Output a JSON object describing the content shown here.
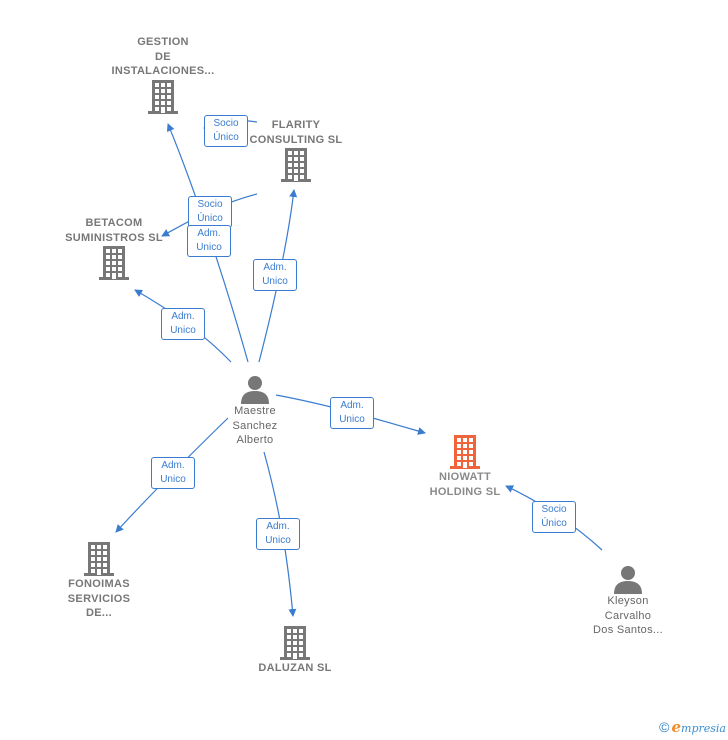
{
  "nodes": {
    "gestion": {
      "lines": [
        "GESTION",
        "DE",
        "INSTALACIONES..."
      ]
    },
    "flarity": {
      "lines": [
        "FLARITY",
        "CONSULTING SL"
      ]
    },
    "betacom": {
      "lines": [
        "BETACOM",
        "SUMINISTROS SL"
      ]
    },
    "maestre": {
      "lines": [
        "Maestre",
        "Sanchez",
        "Alberto"
      ]
    },
    "niowatt": {
      "lines": [
        "NIOWATT",
        "HOLDING  SL"
      ]
    },
    "fonoimas": {
      "lines": [
        "FONOIMAS",
        "SERVICIOS",
        "DE..."
      ]
    },
    "daluzan": {
      "lines": [
        "DALUZAN SL"
      ]
    },
    "kleyson": {
      "lines": [
        "Kleyson",
        "Carvalho",
        "Dos Santos..."
      ]
    }
  },
  "badges": {
    "socio_gestion": [
      "Socio",
      "Único"
    ],
    "socio_betacom": [
      "Socio",
      "Único"
    ],
    "adm_gestion": [
      "Adm.",
      "Unico"
    ],
    "adm_flarity": [
      "Adm.",
      "Unico"
    ],
    "adm_betacom": [
      "Adm.",
      "Unico"
    ],
    "adm_niowatt": [
      "Adm.",
      "Unico"
    ],
    "adm_fonoimas": [
      "Adm.",
      "Unico"
    ],
    "adm_daluzan": [
      "Adm.",
      "Unico"
    ],
    "socio_kleyson": [
      "Socio",
      "Único"
    ]
  },
  "footer": {
    "copyright": "©",
    "brand_initial": "e",
    "brand_rest": "mpresia"
  },
  "colors": {
    "edge": "#3a7ccf",
    "icon": "#777777",
    "highlight": "#f0643c"
  }
}
